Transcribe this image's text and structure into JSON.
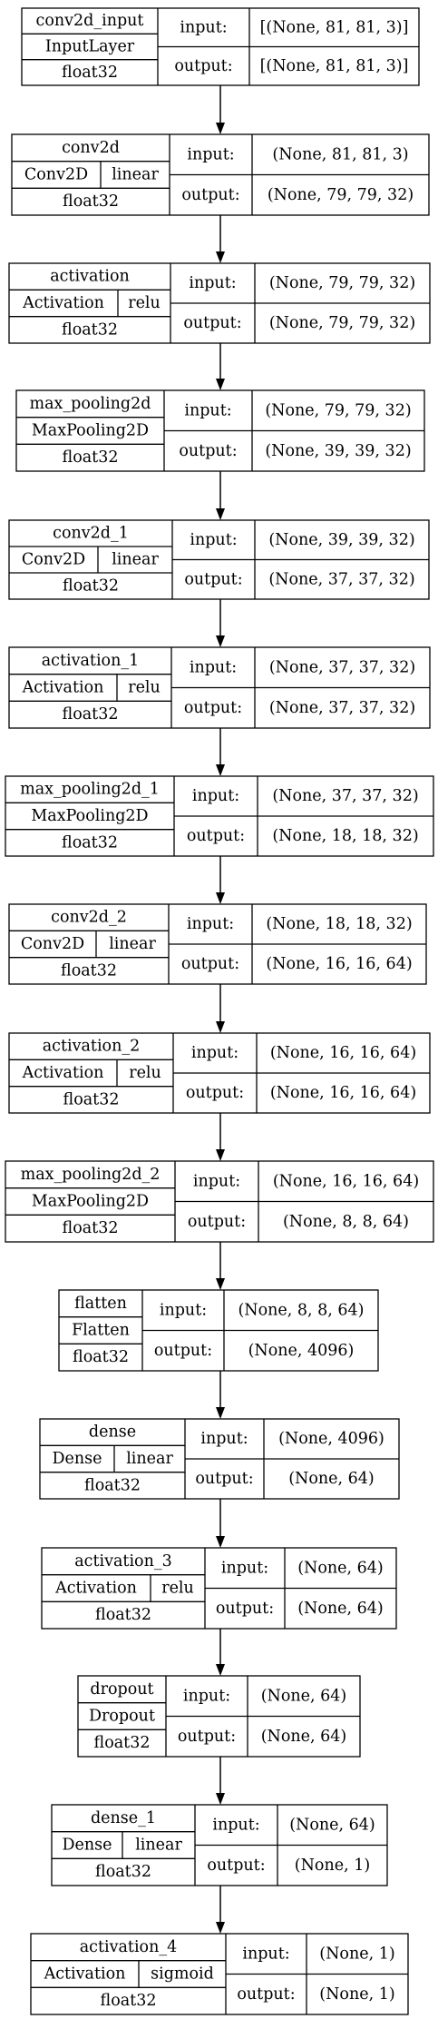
{
  "io_labels": {
    "input": "input:",
    "output": "output:"
  },
  "layers": [
    {
      "name": "conv2d_input",
      "type": "InputLayer",
      "activation": "",
      "dtype": "float32",
      "input": "[(None, 81, 81, 3)]",
      "output": "[(None, 81, 81, 3)]"
    },
    {
      "name": "conv2d",
      "type": "Conv2D",
      "activation": "linear",
      "dtype": "float32",
      "input": "(None, 81, 81, 3)",
      "output": "(None, 79, 79, 32)"
    },
    {
      "name": "activation",
      "type": "Activation",
      "activation": "relu",
      "dtype": "float32",
      "input": "(None, 79, 79, 32)",
      "output": "(None, 79, 79, 32)"
    },
    {
      "name": "max_pooling2d",
      "type": "MaxPooling2D",
      "activation": "",
      "dtype": "float32",
      "input": "(None, 79, 79, 32)",
      "output": "(None, 39, 39, 32)"
    },
    {
      "name": "conv2d_1",
      "type": "Conv2D",
      "activation": "linear",
      "dtype": "float32",
      "input": "(None, 39, 39, 32)",
      "output": "(None, 37, 37, 32)"
    },
    {
      "name": "activation_1",
      "type": "Activation",
      "activation": "relu",
      "dtype": "float32",
      "input": "(None, 37, 37, 32)",
      "output": "(None, 37, 37, 32)"
    },
    {
      "name": "max_pooling2d_1",
      "type": "MaxPooling2D",
      "activation": "",
      "dtype": "float32",
      "input": "(None, 37, 37, 32)",
      "output": "(None, 18, 18, 32)"
    },
    {
      "name": "conv2d_2",
      "type": "Conv2D",
      "activation": "linear",
      "dtype": "float32",
      "input": "(None, 18, 18, 32)",
      "output": "(None, 16, 16, 64)"
    },
    {
      "name": "activation_2",
      "type": "Activation",
      "activation": "relu",
      "dtype": "float32",
      "input": "(None, 16, 16, 64)",
      "output": "(None, 16, 16, 64)"
    },
    {
      "name": "max_pooling2d_2",
      "type": "MaxPooling2D",
      "activation": "",
      "dtype": "float32",
      "input": "(None, 16, 16, 64)",
      "output": "(None, 8, 8, 64)"
    },
    {
      "name": "flatten",
      "type": "Flatten",
      "activation": "",
      "dtype": "float32",
      "input": "(None, 8, 8, 64)",
      "output": "(None, 4096)"
    },
    {
      "name": "dense",
      "type": "Dense",
      "activation": "linear",
      "dtype": "float32",
      "input": "(None, 4096)",
      "output": "(None, 64)"
    },
    {
      "name": "activation_3",
      "type": "Activation",
      "activation": "relu",
      "dtype": "float32",
      "input": "(None, 64)",
      "output": "(None, 64)"
    },
    {
      "name": "dropout",
      "type": "Dropout",
      "activation": "",
      "dtype": "float32",
      "input": "(None, 64)",
      "output": "(None, 64)"
    },
    {
      "name": "dense_1",
      "type": "Dense",
      "activation": "linear",
      "dtype": "float32",
      "input": "(None, 64)",
      "output": "(None, 1)"
    },
    {
      "name": "activation_4",
      "type": "Activation",
      "activation": "sigmoid",
      "dtype": "float32",
      "input": "(None, 1)",
      "output": "(None, 1)"
    }
  ]
}
